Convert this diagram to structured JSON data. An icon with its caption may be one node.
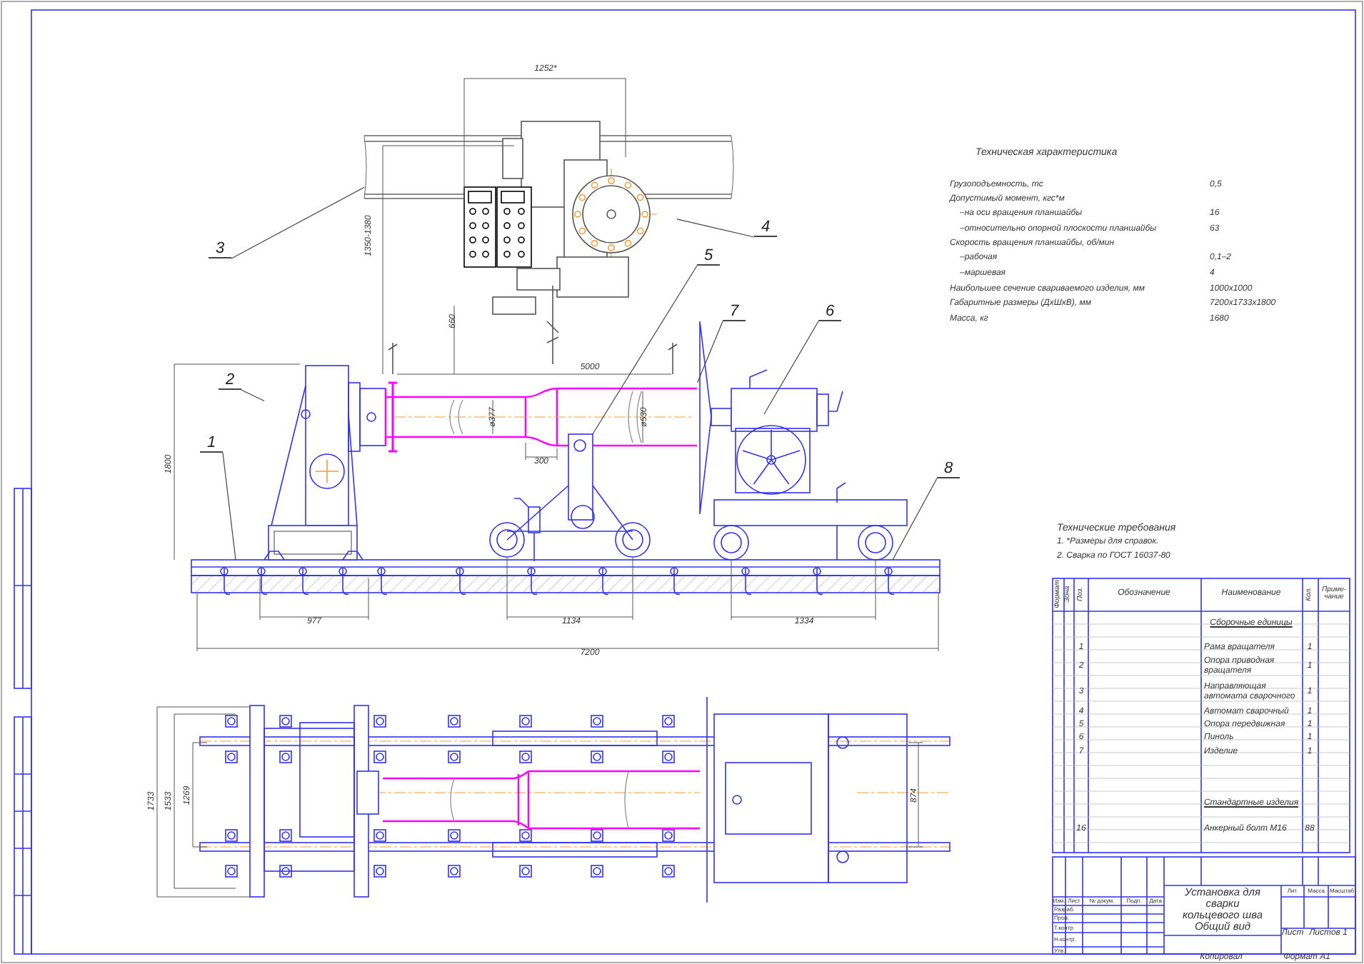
{
  "diagram": {
    "nodes": [
      {
        "text": [
          "1"
        ]
      },
      {
        "text": [
          "2"
        ]
      },
      {
        "text": [
          "3"
        ]
      },
      {
        "text": [
          "4"
        ]
      },
      {
        "text": [
          "5"
        ]
      },
      {
        "text": [
          "6"
        ]
      },
      {
        "text": [
          "7"
        ]
      },
      {
        "text": [
          "8"
        ]
      },
      {
        "text": [],
        "shape": "picture"
      },
      {
        "text": [],
        "shape": "picture"
      },
      {
        "text": [],
        "shape": "picture"
      },
      {
        "text": [],
        "shape": "picture"
      },
      {
        "text": [],
        "shape": "picture"
      },
      {
        "text": [],
        "shape": "picture"
      },
      {
        "text": [],
        "shape": "picture"
      }
    ],
    "edges": [
      {
        "from": 0,
        "to": 14,
        "arrow": "none"
      },
      {
        "from": 1,
        "to": 10,
        "arrow": "none"
      },
      {
        "from": 2,
        "to": 8,
        "arrow": "none"
      },
      {
        "from": 3,
        "to": 9,
        "arrow": "none"
      },
      {
        "from": 4,
        "to": 12,
        "arrow": "none"
      },
      {
        "from": 5,
        "to": 13,
        "arrow": "none"
      },
      {
        "from": 6,
        "to": 11,
        "arrow": "none"
      },
      {
        "from": 7,
        "to": 14,
        "arrow": "none"
      }
    ],
    "labels": [
      "1252*",
      "1350-1380",
      "660",
      "5000",
      "ø377",
      "ø530",
      "300",
      "1800",
      "977",
      "1134",
      "1334",
      "7200",
      "1733",
      "1533",
      "1269",
      "874",
      "Техническая характеристика",
      "Грузоподъемность, тс",
      "0,5",
      "Допустимый момент, кгс*м",
      "–на оси вращения планшайбы",
      "16",
      "–относительно опорной плоскости планшайбы",
      "63",
      "Скорость вращения планшайбы, об/мин",
      "–рабочая",
      "0,1–2",
      "–маршевая",
      "4",
      "Наибольшее сечение свариваемого изделия, мм",
      "1000х1000",
      "Габаритные размеры (ДхШхВ), мм",
      "7200х1733х1800",
      "Масса, кг",
      "1680",
      "Технические требования",
      "1. *Размеры для справок.",
      "2. Сварка по ГОСТ 16037-80",
      "Формат",
      "Зона",
      "Поз.",
      "Обозначение",
      "Наименование",
      "Кол.",
      "Приме-чание",
      "Сборочные единицы",
      "1",
      "Рама вращателя",
      "1",
      "2",
      "Опора приводная вращателя",
      "1",
      "3",
      "Направляющая автомата сварочного",
      "1",
      "4",
      "Автомат сварочный",
      "1",
      "5",
      "Опора передвижная",
      "1",
      "6",
      "Пиноль",
      "1",
      "7",
      "Изделие",
      "1",
      "Стандартные изделия",
      "16",
      "Анкерный болт М16",
      "88",
      "Изм.",
      "Лист",
      "№ докум.",
      "Подп.",
      "Дата",
      "Разраб.",
      "Пров.",
      "Т.контр.",
      "Н.контр.",
      "Утв.",
      "Установка для сварки кольцевого шва Общий вид",
      "Лит.",
      "Масса",
      "Масштаб",
      "Лист",
      "Листов 1",
      "Копировал",
      "Формат А1"
    ]
  }
}
